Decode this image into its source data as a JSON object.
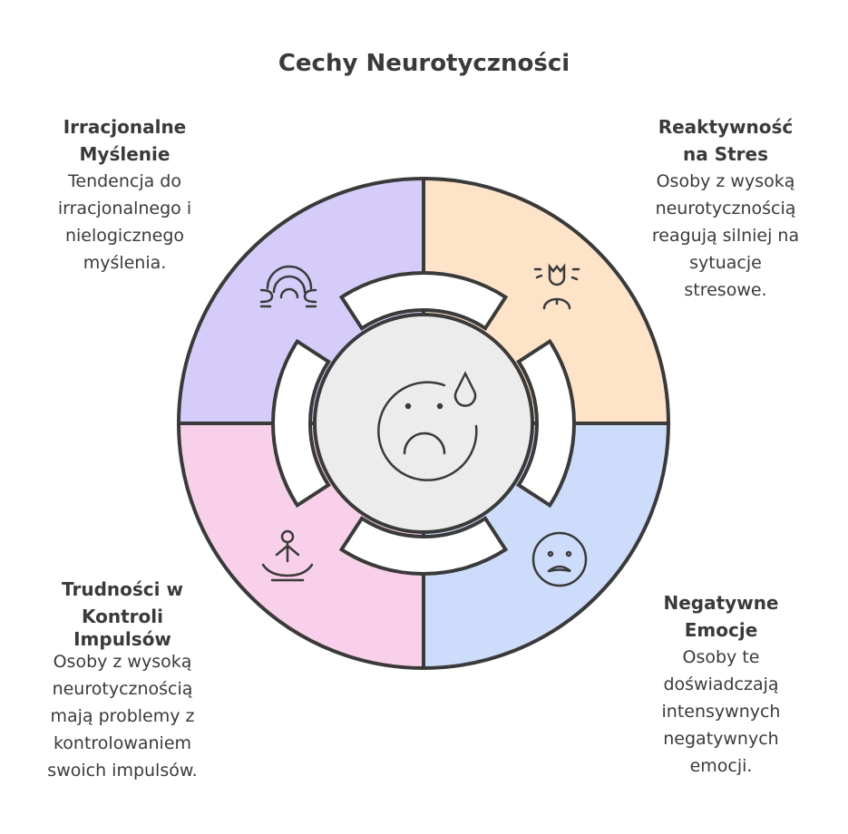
{
  "title": "Cechy Neurotyczności",
  "colors": {
    "purple": "#d6ccfa",
    "peach": "#fde3c8",
    "blue": "#cddcfb",
    "pink": "#f9d0ea",
    "center": "#ececec",
    "stroke": "#3a3a3a"
  },
  "sections": [
    {
      "heading_lines": [
        "Irracjonalne",
        "Myślenie"
      ],
      "text_lines": [
        "Tendencja do",
        "irracjonalnego i",
        "nielogicznego",
        "myślenia."
      ],
      "icon": "rainbow-icon"
    },
    {
      "heading_lines": [
        "Reaktywność",
        "na Stres"
      ],
      "text_lines": [
        "Osoby z wysoką",
        "neurotycznością",
        "reagują silniej na",
        "sytuacje",
        "stresowe."
      ],
      "icon": "stressed-person-icon"
    },
    {
      "heading_lines": [
        "Negatywne",
        "Emocje"
      ],
      "text_lines": [
        "Osoby te",
        "doświadczają",
        "intensywnych",
        "negatywnych",
        "emocji."
      ],
      "icon": "anxious-face-icon"
    },
    {
      "heading_lines": [
        "Trudności w",
        "Kontroli",
        "Impulsów"
      ],
      "text_lines": [
        "Osoby z wysoką",
        "neurotycznością",
        "mają problemy z",
        "kontrolowaniem",
        "swoich impulsów."
      ],
      "icon": "meditation-icon"
    }
  ],
  "center_icon": "sad-sweating-face-icon"
}
